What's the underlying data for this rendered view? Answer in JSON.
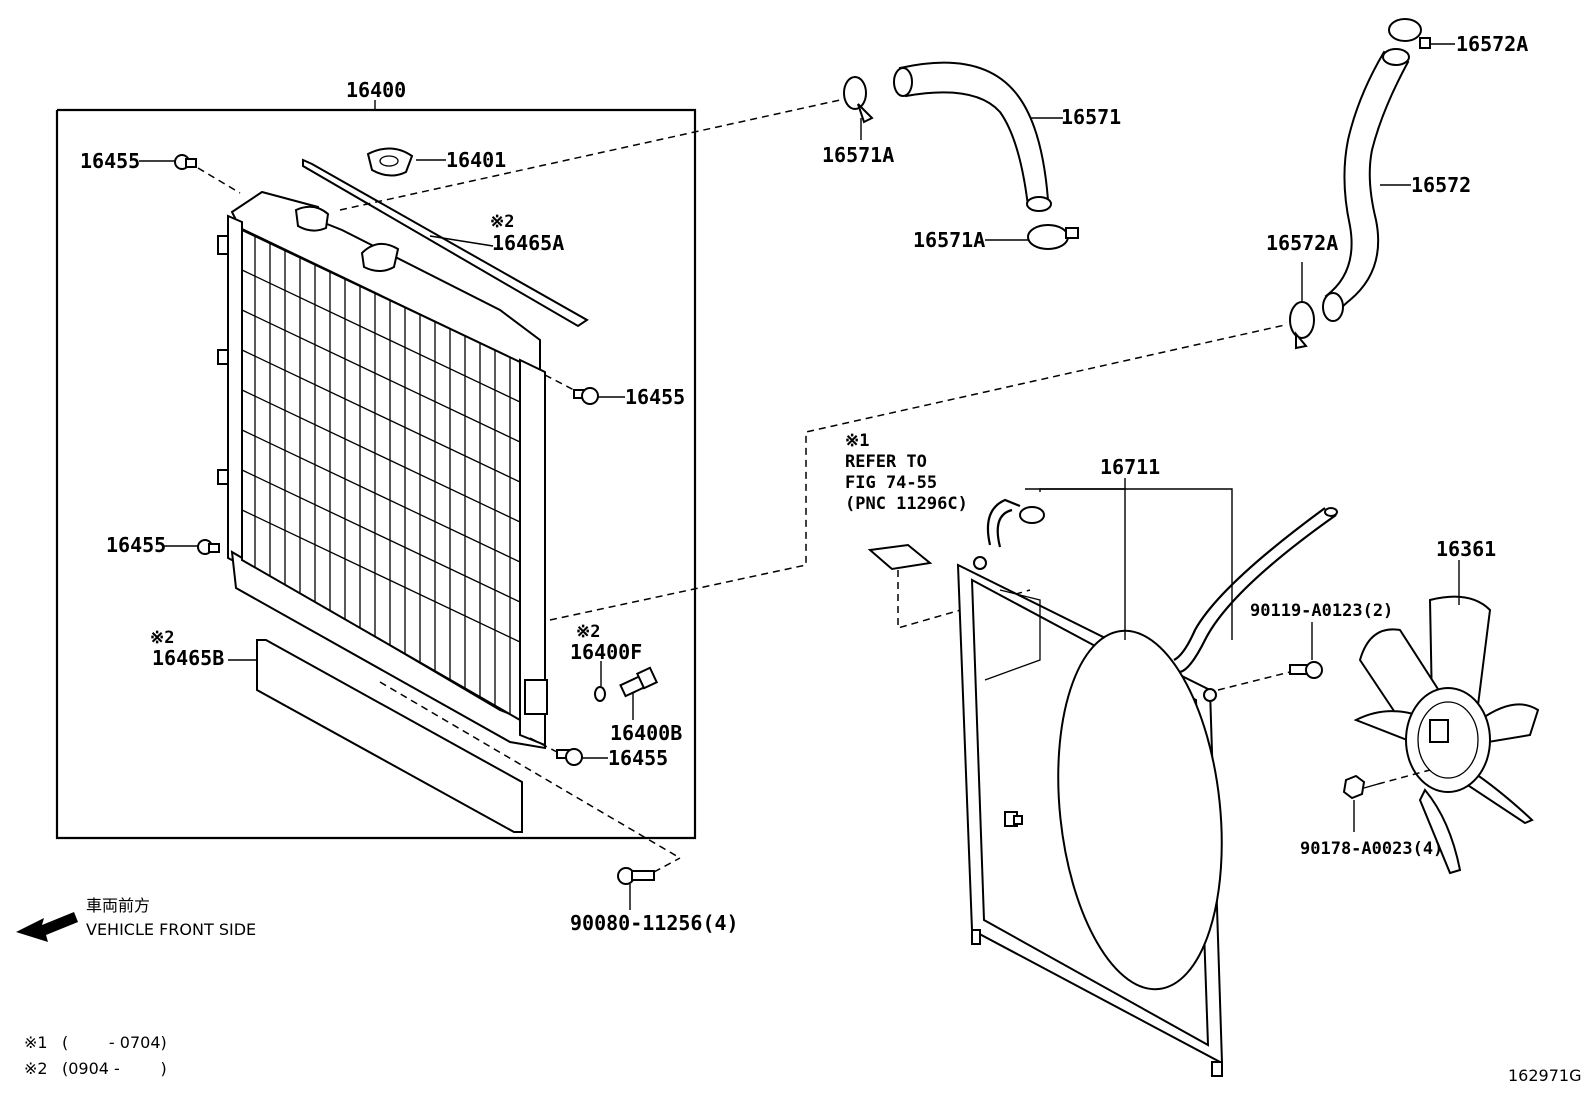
{
  "labels": {
    "p16400": "16400",
    "p16401": "16401",
    "p16455_a": "16455",
    "p16455_b": "16455",
    "p16455_c": "16455",
    "p16455_d": "16455",
    "p16465a_mark": "※2",
    "p16465a": "16465A",
    "p16465b_mark": "※2",
    "p16465b": "16465B",
    "p16400f_mark": "※2",
    "p16400f": "16400F",
    "p16400b": "16400B",
    "p90080": "90080-11256(4)",
    "p16571a_top": "16571A",
    "p16571": "16571",
    "p16571a_bottom": "16571A",
    "p16572a_top": "16572A",
    "p16572": "16572",
    "p16572a_bottom": "16572A",
    "p16711": "16711",
    "p16361": "16361",
    "p90119": "90119-A0123(2)",
    "p90178": "90178-A0023(4)"
  },
  "refer_note": {
    "mark": "※1",
    "line1": "REFER TO",
    "line2": "FIG 74-55",
    "line3": "(PNC 11296C)"
  },
  "front_indicator": {
    "japanese": "車両前方",
    "english": "VEHICLE FRONT SIDE"
  },
  "footnotes": {
    "note1_mark": "※1",
    "note1_text": "(        - 0704)",
    "note2_mark": "※2",
    "note2_text": "(0904 -        )"
  },
  "figure_id": "162971G"
}
